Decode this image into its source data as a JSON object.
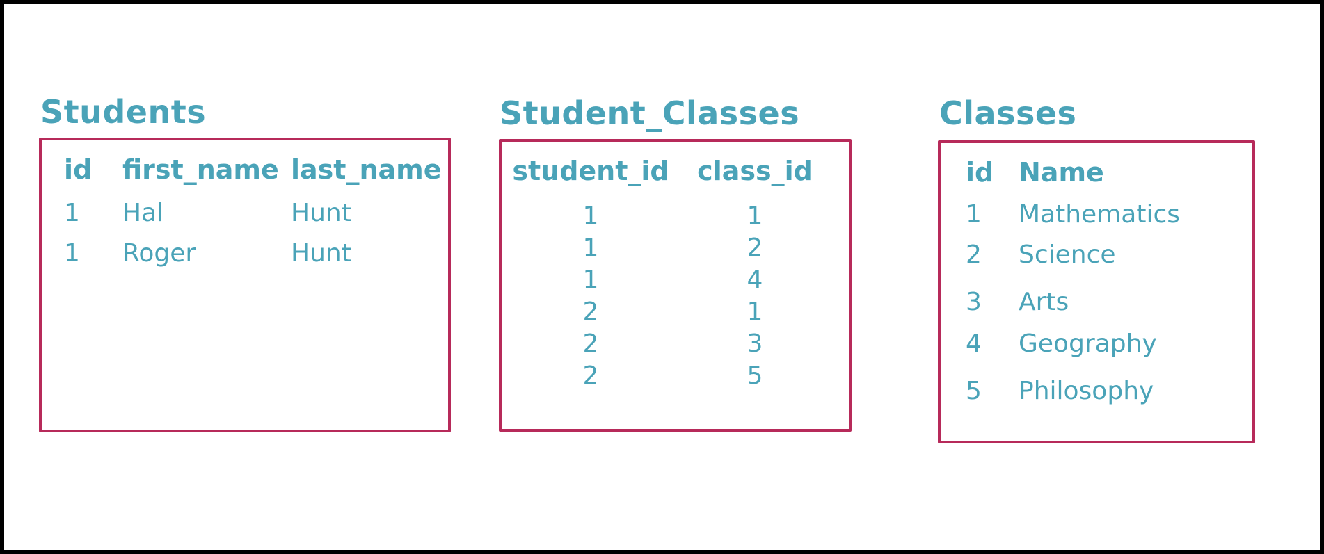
{
  "students": {
    "title": "Students",
    "headers": [
      "id",
      "first_name",
      "last_name"
    ],
    "rows": [
      [
        "1",
        "Hal",
        "Hunt"
      ],
      [
        "1",
        "Roger",
        "Hunt"
      ]
    ]
  },
  "student_classes": {
    "title": "Student_Classes",
    "headers": [
      "student_id",
      "class_id"
    ],
    "rows": [
      [
        "1",
        "1"
      ],
      [
        "1",
        "2"
      ],
      [
        "1",
        "4"
      ],
      [
        "2",
        "1"
      ],
      [
        "2",
        "3"
      ],
      [
        "2",
        "5"
      ]
    ]
  },
  "classes": {
    "title": "Classes",
    "headers": [
      "id",
      "Name"
    ],
    "rows": [
      [
        "1",
        "Mathematics"
      ],
      [
        "2",
        "Science"
      ],
      [
        "3",
        "Arts"
      ],
      [
        "4",
        "Geography"
      ],
      [
        "5",
        "Philosophy"
      ]
    ]
  },
  "colors": {
    "text": "#4aa3b8",
    "box_border": "#b72a5a",
    "frame": "#000000"
  }
}
